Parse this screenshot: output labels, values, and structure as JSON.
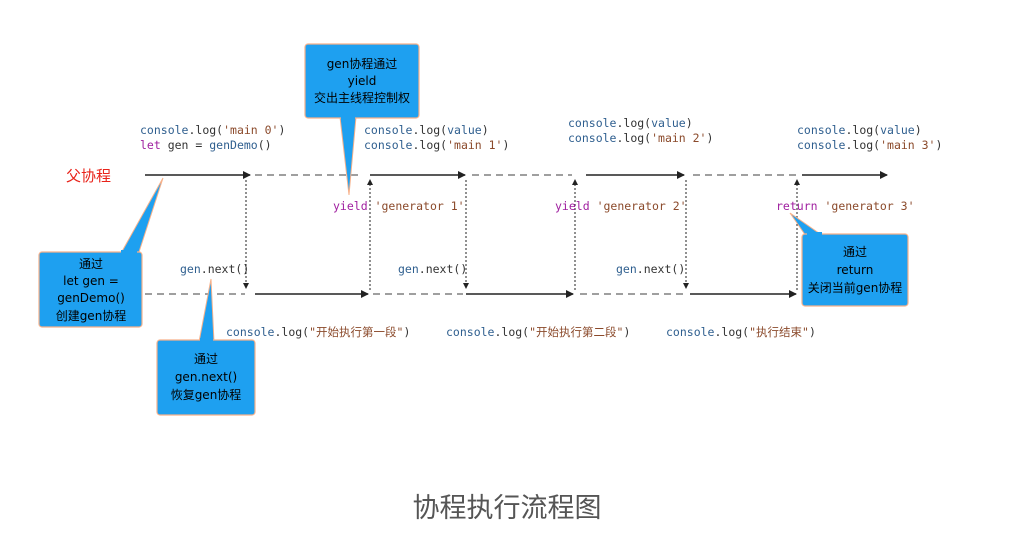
{
  "parent_label": "父协程",
  "caption": "协程执行流程图",
  "code": {
    "main0_a": [
      "console",
      ".log(",
      "'main 0'",
      ")"
    ],
    "main0_b": [
      "let",
      " gen = ",
      "genDemo",
      "()"
    ],
    "log_value": [
      "console",
      ".log(",
      "value",
      ")"
    ],
    "main1": [
      "console",
      ".log(",
      "'main 1'",
      ")"
    ],
    "main2": [
      "console",
      ".log(",
      "'main 2'",
      ")"
    ],
    "main3": [
      "console",
      ".log(",
      "'main 3'",
      ")"
    ],
    "yield1": [
      "yield",
      " ",
      "'generator 1'"
    ],
    "yield2": [
      "yield",
      " ",
      "'generator 2'"
    ],
    "return3": [
      "return",
      " ",
      "'generator 3'"
    ],
    "gen_next": [
      "gen",
      ".next()"
    ],
    "log_start1": [
      "console",
      ".log(",
      "\"开始执行第一段\"",
      ")"
    ],
    "log_start2": [
      "console",
      ".log(",
      "\"开始执行第二段\"",
      ")"
    ],
    "log_end": [
      "console",
      ".log(",
      "\"执行结束\"",
      ")"
    ]
  },
  "bubbles": {
    "yield_control": [
      "gen协程通过",
      "yield",
      "交出主线程控制权"
    ],
    "create": [
      "通过",
      "let gen =",
      "genDemo()",
      "创建gen协程"
    ],
    "resume": [
      "通过",
      "gen.next()",
      "恢复gen协程"
    ],
    "close": [
      "通过",
      "return",
      "关闭当前gen协程"
    ]
  },
  "colors": {
    "bubble_fill": "#1ea0f0",
    "bubble_border": "#f7b18a",
    "parent_label": "#e8231a",
    "line": "#222222"
  }
}
